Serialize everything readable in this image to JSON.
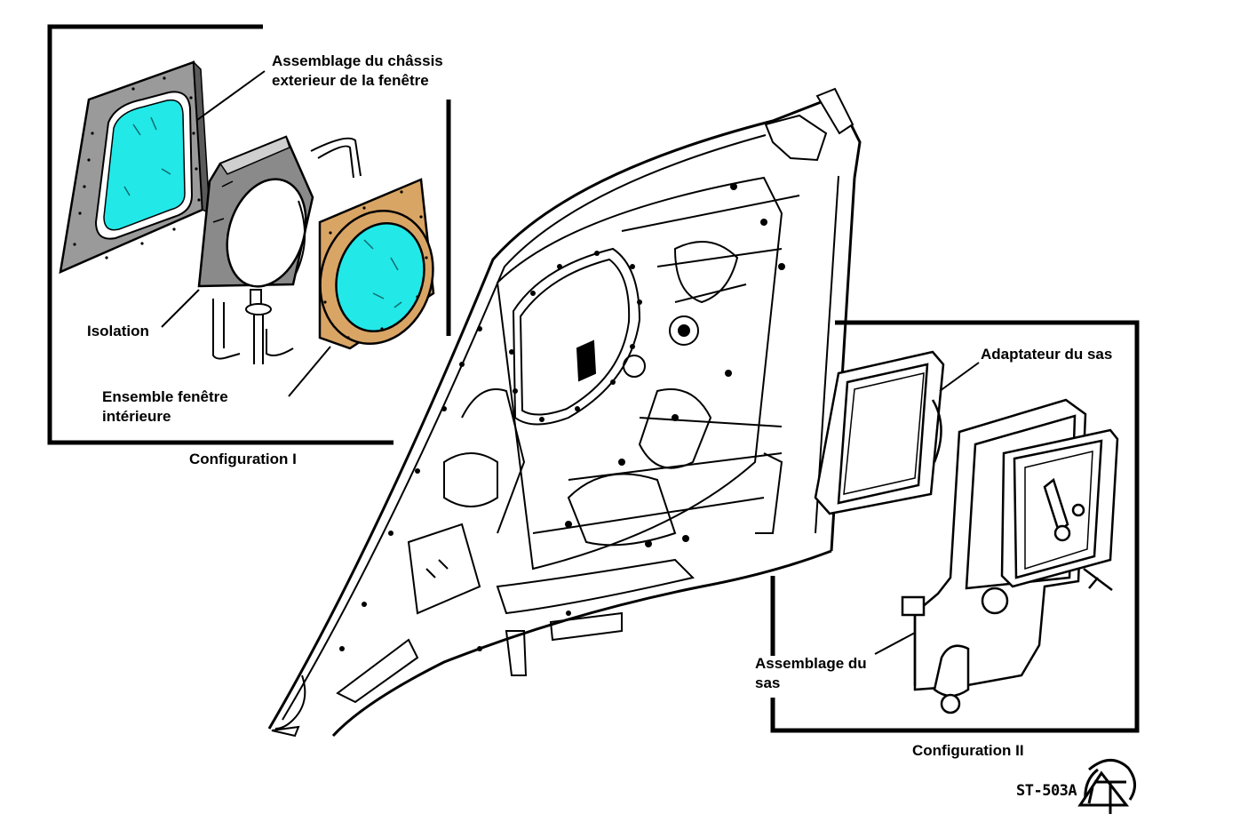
{
  "labels": {
    "exterior_frame": "Assemblage du châssis\nexterieur de la fenêtre",
    "insulation": "Isolation",
    "inner_window": "Ensemble fenêtre\nintérieure",
    "config_1": "Configuration I",
    "airlock_adapter": "Adaptateur du sas",
    "airlock_assembly": "Assemblage du\nsas",
    "config_2": "Configuration II",
    "drawing_code": "ST-503A"
  },
  "colors": {
    "glass": "#22e8e8",
    "frame_gray": "#9a9a9a",
    "ring_tan": "#d9a565",
    "ink": "#000000"
  },
  "icons": {
    "hatch": "hatch-door-illustration",
    "logo": "agency-seal-logo"
  }
}
